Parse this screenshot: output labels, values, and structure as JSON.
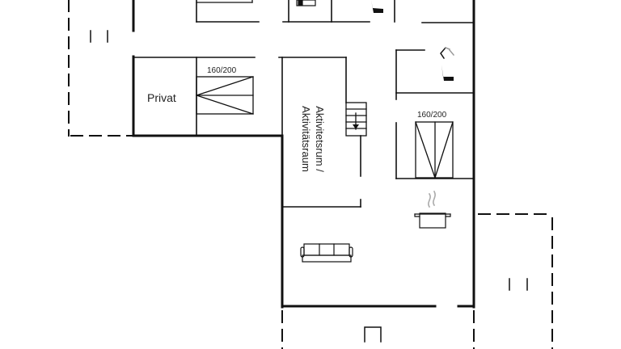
{
  "rooms": {
    "privat": "Privat",
    "activity_line1": "Aktivitetsrum /",
    "activity_line2": "Aktivitätsraum"
  },
  "beds": {
    "privat_bed": "160/200",
    "right_bed": "160/200"
  },
  "colors": {
    "wall": "#111111",
    "steam": "#aaaaaa"
  }
}
